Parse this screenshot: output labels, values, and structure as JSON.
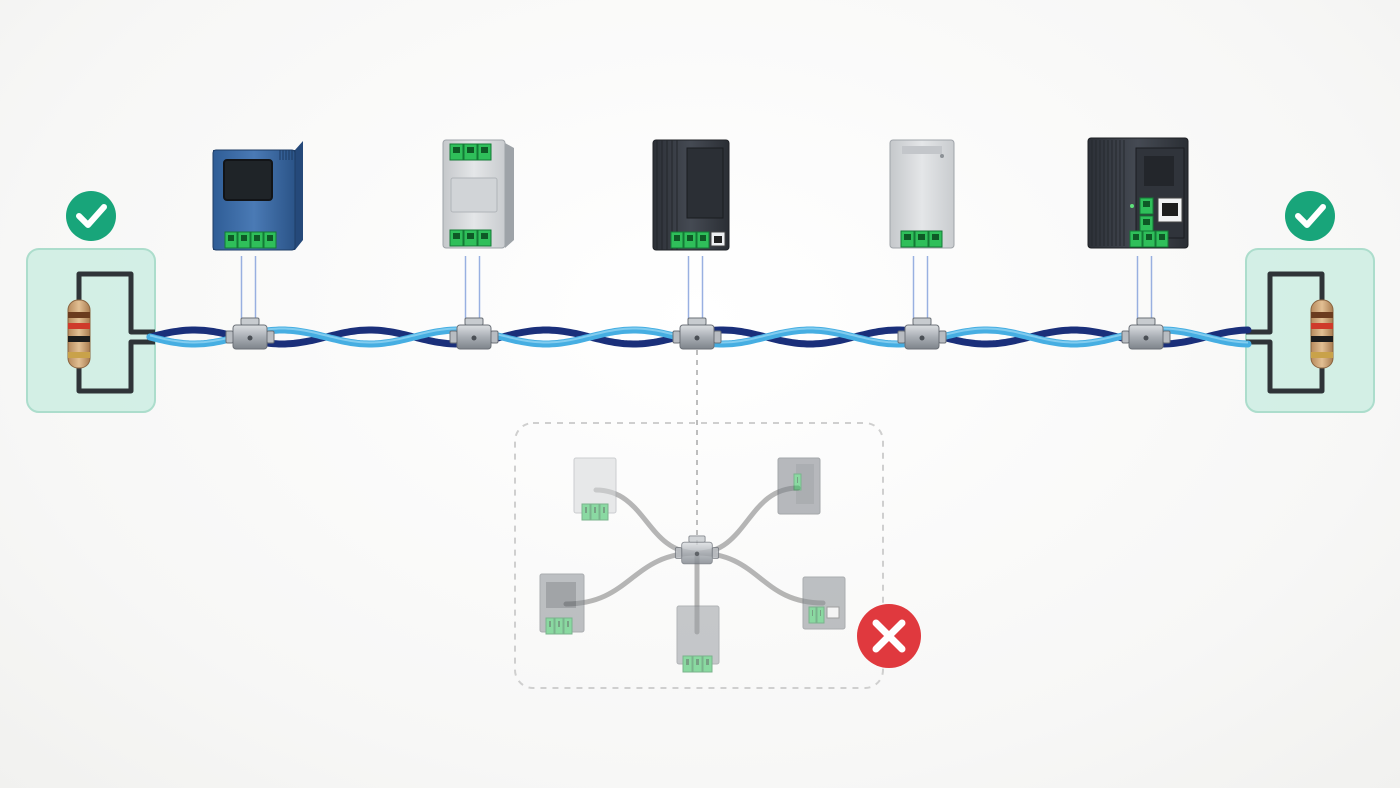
{
  "diagram": {
    "kind": "bus-network-termination",
    "bus": {
      "cable": "twisted-pair",
      "colors": {
        "light": "#46aee2",
        "dark": "#1a2f7a"
      }
    },
    "terminators": [
      {
        "side": "left",
        "component": "resistor",
        "status": "valid",
        "status_icon": "check-icon"
      },
      {
        "side": "right",
        "component": "resistor",
        "status": "valid",
        "status_icon": "check-icon"
      }
    ],
    "nodes": [
      {
        "device": "blue-display-controller",
        "color": "#3f6fa8"
      },
      {
        "device": "gray-module",
        "color": "#d7d9db"
      },
      {
        "device": "dark-module",
        "color": "#3b3f47"
      },
      {
        "device": "gray-module",
        "color": "#d7d9db"
      },
      {
        "device": "network-gateway",
        "color": "#2e3238"
      }
    ],
    "invalid_example": {
      "topology": "star",
      "status": "invalid",
      "status_icon": "cross-icon",
      "device_count": 5
    },
    "colors": {
      "ok_green": "#18a57a",
      "ok_panel": "#cdeee3",
      "error_red": "#e0393e",
      "terminal_green": "#2fbf5a"
    }
  }
}
